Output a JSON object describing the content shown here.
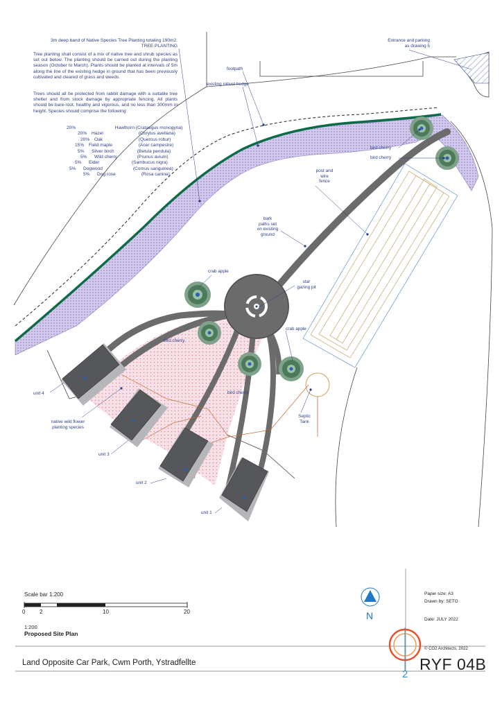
{
  "notes": {
    "heading_line1": "3m deep band of Native Species Tree Planting totaling 190m2.",
    "heading_line2": "TREE PLANTING",
    "paragraph1": "Tree planting shall consist of a mix of native tree and shrub species as set out below. The planting should be carried out during the planting season (October to March). Plants should be planted at intervals of 5m along the line of the existing hedge in ground that has been previously cultivated and cleared of grass and weeds.",
    "paragraph2": "Trees should all be protected from rabbit damage with a suitable tree shelter and from stock damage by appropriate fencing. All plants should be bare-root, healthy and vigorous, and no less than 300mm in height. Species should comprise the following:"
  },
  "species": [
    {
      "pct": "20%",
      "name": "Hawthorn",
      "latin": "(Crataegus monogyna)"
    },
    {
      "pct": "20%",
      "name": "Hazel",
      "latin": "(Corylus avellana)"
    },
    {
      "pct": "20%",
      "name": "Oak",
      "latin": "(Quercus robur)"
    },
    {
      "pct": "15%",
      "name": "Field maple",
      "latin": "(Acer campestre)"
    },
    {
      "pct": "5%",
      "name": "Silver birch",
      "latin": "(Betula pendula)"
    },
    {
      "pct": "5%",
      "name": "Wild cherry",
      "latin": "(Prunus avium)"
    },
    {
      "pct": "5%",
      "name": "Elder",
      "latin": "(Sambucus nigra)"
    },
    {
      "pct": "5%",
      "name": "Dogwood",
      "latin": "(Cornus sanguinea)"
    },
    {
      "pct": "5%",
      "name": "Dog rose",
      "latin": "(Rosa canina)"
    }
  ],
  "labels": {
    "entrance_line1": "Entrance and parking",
    "entrance_line2": "as drawing 5",
    "footpath": "footpath",
    "hedge": "existing robust hedge",
    "bird_cherry": "bird cherry",
    "fence_line1": "post and",
    "fence_line2": "wire",
    "fence_line3": "fence",
    "bark_line1": "bark",
    "bark_line2": "paths set",
    "bark_line3": "on existing",
    "bark_line4": "ground",
    "crab_apple": "crab apple",
    "star_line1": "star",
    "star_line2": "gazing pit",
    "septic_line1": "Septic",
    "septic_line2": "Tank",
    "wildflower_line1": "native wild flower",
    "wildflower_line2": "planting species",
    "unit1": "unit 1",
    "unit2": "unit 2",
    "unit3": "unit 3",
    "unit4": "unit 4"
  },
  "title_block": {
    "scale_bar_label": "Scale bar 1:200",
    "ticks": [
      "0",
      "2",
      "10",
      "20"
    ],
    "scale": "1:200",
    "drawing_title": "Proposed Site Plan",
    "north": "N",
    "paper_size": "Paper size: A3",
    "drawn_by": "Drawn by: SETO",
    "date": "Date: JULY 2022",
    "copyright": "© CO2 Architects, 2022",
    "project": "Land Opposite Car Park, Cwm Porth, Ystradfellte",
    "drawing_number": "RYF 04B",
    "logo_digit": "2"
  },
  "colors": {
    "hedge_green": "#0d6b47",
    "planting_band": "#c8bde6",
    "path_grey": "#6b6b6b",
    "unit_grey": "#55575b",
    "wildflower_pink": "#f2cfd8",
    "text_blue": "#2c3e87",
    "logo_orange": "#e8502a",
    "north_blue": "#1f78c8"
  }
}
